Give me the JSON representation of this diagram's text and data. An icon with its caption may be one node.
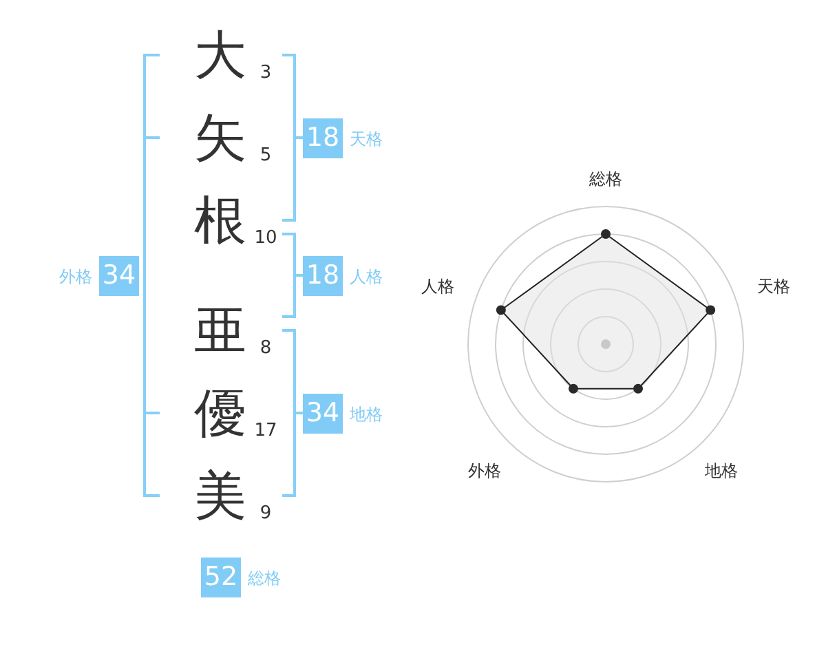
{
  "diagram": {
    "nodes": [
      {
        "text": [
          "18"
        ],
        "beside": [
          "天格"
        ]
      },
      {
        "text": [
          "34"
        ],
        "beside": [
          "外格"
        ]
      },
      {
        "text": [
          "18"
        ],
        "beside": [
          "人格"
        ]
      },
      {
        "text": [
          "34"
        ],
        "beside": [
          "地格"
        ]
      },
      {
        "text": [
          "52"
        ],
        "beside": [
          "総格"
        ]
      }
    ],
    "labels": [
      "大",
      "3",
      "矢",
      "5",
      "根",
      "10",
      "亜",
      "8",
      "優",
      "17",
      "美",
      "9",
      "総格",
      "人格",
      "天格",
      "外格",
      "地格"
    ]
  }
}
